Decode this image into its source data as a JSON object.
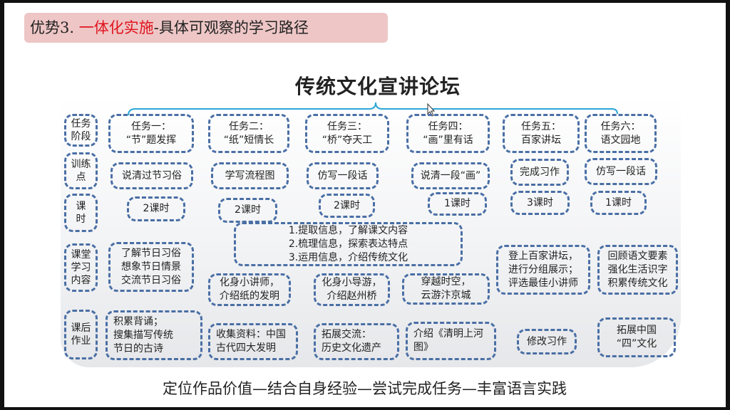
{
  "banner": {
    "prefix": "优势3. ",
    "highlight": "一体化实施",
    "suffix": "-具体可观察的学习路径"
  },
  "title": "传统文化宣讲论坛",
  "row_labels": [
    "任务\n阶段",
    "训练\n点",
    "课\n时",
    "课堂\n学习\n内容",
    "课后\n作业"
  ],
  "tasks": [
    "任务一：\n“节”题发挥",
    "任务二：\n“纸”短情长",
    "任务三：\n“桥”夺天工",
    "任务四：\n“画”里有话",
    "任务五：\n百家讲坛",
    "任务六：\n语文园地"
  ],
  "training": [
    "说清过节习俗",
    "学写流程图",
    "仿写一段话",
    "说清一段“画”",
    "完成习作",
    "仿写一段话"
  ],
  "hours": [
    "2课时",
    "2课时",
    "2课时",
    "1课时",
    "3课时",
    "1课时"
  ],
  "class_shared": "1.提取信息，了解课文内容\n2.梳理信息，探索表达特点\n3.运用信息，介绍传统文化",
  "class": [
    "了解节日习俗\n想象节日情景\n交流节日习俗",
    "化身小讲师，\n介绍纸的发明",
    "化身小导游，\n介绍赵州桥",
    "穿越时空，\n云游汴京城",
    "登上百家讲坛，\n进行分组展示；\n评选最佳小讲师",
    "回顾语文要素\n强化生活识字\n积累传统文化"
  ],
  "homework": [
    "积累背诵；\n搜集描写传统\n节日的古诗",
    "收集资料：中国\n古代四大发明",
    "拓展交流：\n历史文化遗产",
    "介绍《清明上河\n图》",
    "修改习作",
    "拓展中国\n“四”文化"
  ],
  "footer": "定位作品价值—结合自身经验—尝试完成任务—丰富语言实践",
  "colors": {
    "accent_red": "#e0141e",
    "box_border": "#4a6fa5",
    "bracket": "#2aa6d6",
    "banner_bg": "#eec6c6"
  }
}
